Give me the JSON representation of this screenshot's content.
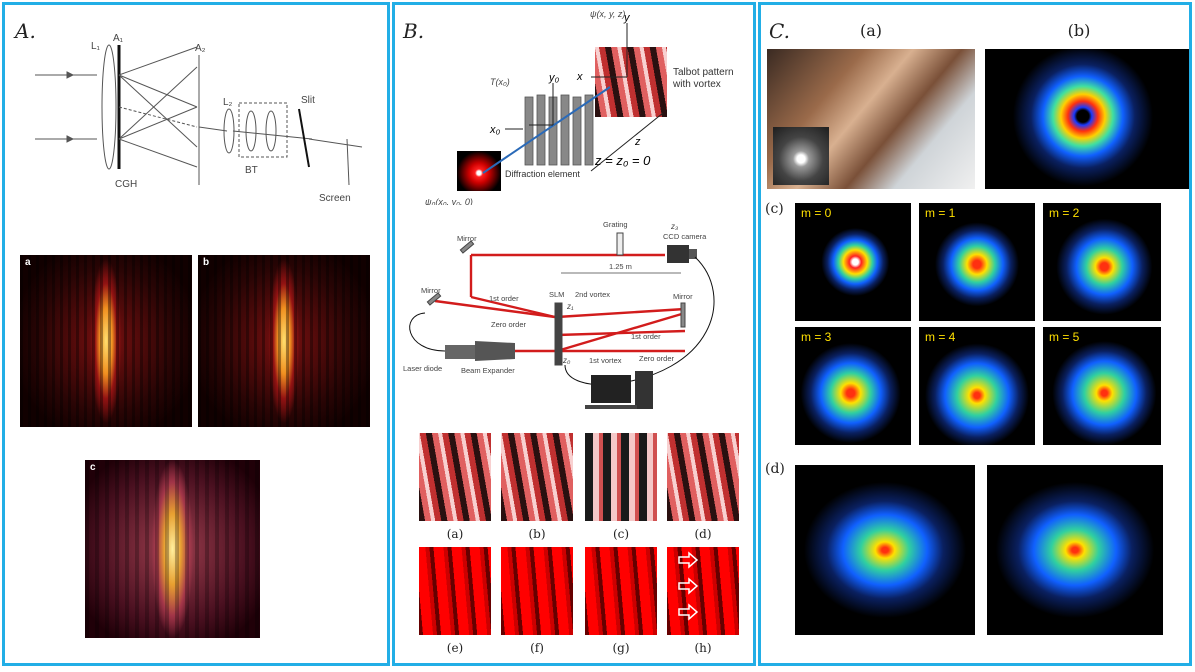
{
  "panel_a": {
    "label": "A.",
    "diagram": {
      "l1": "L₁",
      "a1": "A₁",
      "a2": "A₂",
      "l2": "L₂",
      "slit": "Slit",
      "cgh": "CGH",
      "bt": "BT",
      "screen": "Screen"
    },
    "images": [
      "a",
      "b",
      "c"
    ]
  },
  "panel_b": {
    "label": "B.",
    "top": {
      "psi": "ψ(x, y, z)",
      "y": "y",
      "x": "x",
      "talbot": "Talbot pattern",
      "with_vortex": "with vortex",
      "t": "T(x₀)",
      "y0": "y₀",
      "x0": "x₀",
      "z": "z",
      "z_eq": "z = z₀ = 0",
      "diff": "Diffraction element",
      "psi0": "ψ₀(x₀, y₀, 0)"
    },
    "setup": {
      "mirror": "Mirror",
      "grating": "Grating",
      "z3": "z₃",
      "ccd": "CCD camera",
      "dist": "1.25 m",
      "first_order": "1st order",
      "slm": "SLM",
      "second_vortex": "2nd vortex",
      "z1": "z₁",
      "zero_order": "Zero order",
      "first_vortex": "1st vortex",
      "z0": "z₀",
      "laser": "Laser diode",
      "expander": "Beam Expander"
    },
    "captions": [
      "(a)",
      "(b)",
      "(c)",
      "(d)",
      "(e)",
      "(f)",
      "(g)",
      "(h)"
    ]
  },
  "panel_c": {
    "label": "C.",
    "top_caps": [
      "(a)",
      "(b)"
    ],
    "row_c": "(c)",
    "row_d": "(d)",
    "modes": [
      "m = 0",
      "m = 1",
      "m = 2",
      "m = 3",
      "m = 4",
      "m = 5"
    ]
  }
}
